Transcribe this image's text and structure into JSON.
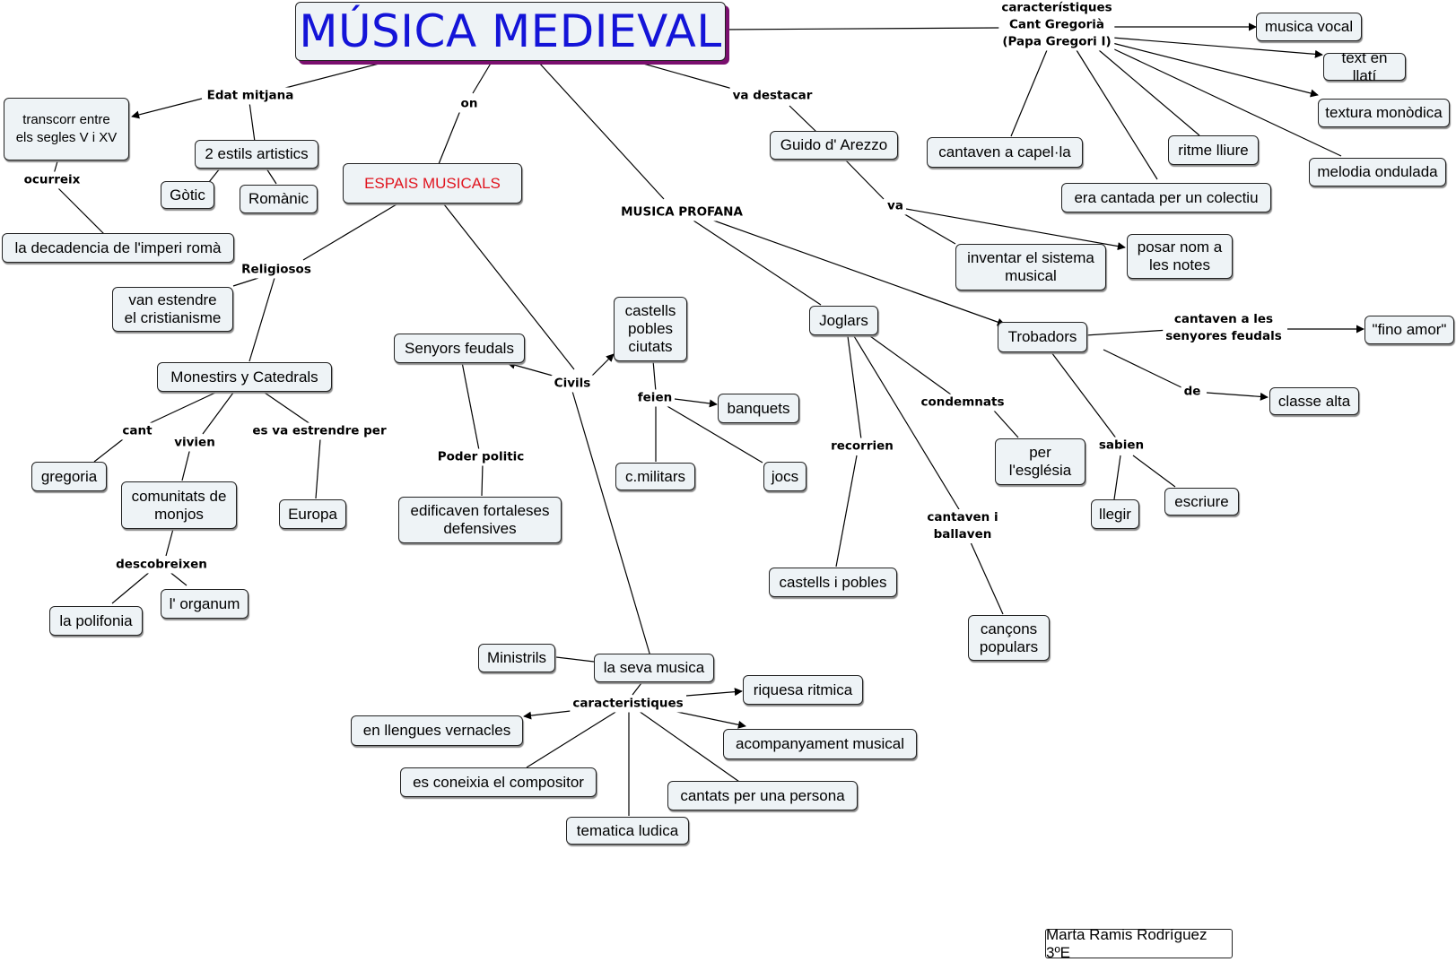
{
  "title": "MÚSICA MEDIEVAL",
  "author": "Marta Ramis Rodríguez 3ºE",
  "colors": {
    "title_text": "#1414d8",
    "title_shadow": "#7a0f6e",
    "node_fill": "#eef3f6",
    "highlight_text": "#e0141e"
  },
  "nodes": {
    "transcorr": "transcorr entre\nels segles V i XV",
    "decadencia": "la decadencia de l'imperi romà",
    "estils": "2 estils artistics",
    "gotic": "Gòtic",
    "romanic": "Romànic",
    "espais": "ESPAIS MUSICALS",
    "cristianisme": "van estendre\nel cristianisme",
    "monestirs": "Monestirs y Catedrals",
    "gregoria": "gregoria",
    "comunitats": "comunitats de\nmonjos",
    "europa": "Europa",
    "polifonia": "la polifonia",
    "organum": "l' organum",
    "senyors": "Senyors feudals",
    "fortaleses": "edificaven fortaleses\ndefensives",
    "castells_pobles": "castells\npobles\nciutats",
    "banquets": "banquets",
    "militars": "c.militars",
    "jocs": "jocs",
    "guido": "Guido d' Arezzo",
    "sistema": "inventar el sistema\nmusical",
    "posar_nom": "posar nom a\nles notes",
    "capella": "cantaven a capel·la",
    "ritme": "ritme lliure",
    "colectiu": "era cantada per un colectiu",
    "vocal": "musica vocal",
    "llati": "text en llatí",
    "monodica": "textura monòdica",
    "ondulada": "melodia ondulada",
    "joglars": "Joglars",
    "esglesia": "per\nl'església",
    "castells_i_pobles": "castells i pobles",
    "cancons": "cançons\npopulars",
    "trobadors": "Trobadors",
    "fino_amor": "\"fino amor\"",
    "classe_alta": "classe alta",
    "llegir": "llegir",
    "escriure": "escriure",
    "ministrils": "Ministrils",
    "seva_musica": "la seva musica",
    "riquesa": "riquesa ritmica",
    "vernacles": "en llengues vernacles",
    "acompanyament": "acompanyament musical",
    "compositor": "es coneixia el compositor",
    "una_persona": "cantats per una persona",
    "ludica": "tematica ludica"
  },
  "links": {
    "edat_mitjana": "Edat mitjana",
    "ocurreix": "ocurreix",
    "on": "on",
    "va_destacar": "va destacar",
    "va": "va",
    "caract_gregoria": "característiques\nCant Gregorià\n(Papa Gregori I)",
    "musica_profana": "MUSICA PROFANA",
    "religiosos": "Religiosos",
    "cant": "cant",
    "vivien": "vivien",
    "es_va_estendre": "es va estrendre per",
    "descobreixen": "descobreixen",
    "civils": "Civils",
    "poder_politic": "Poder politic",
    "feien": "feien",
    "condemnats": "condemnats",
    "recorrien": "recorrien",
    "cantaven_ballaven": "cantaven i\nballaven",
    "cantaven_senyores": "cantaven a les\nsenyores feudals",
    "de": "de",
    "sabien": "sabien",
    "caracteristiques": "caracteristiques"
  }
}
